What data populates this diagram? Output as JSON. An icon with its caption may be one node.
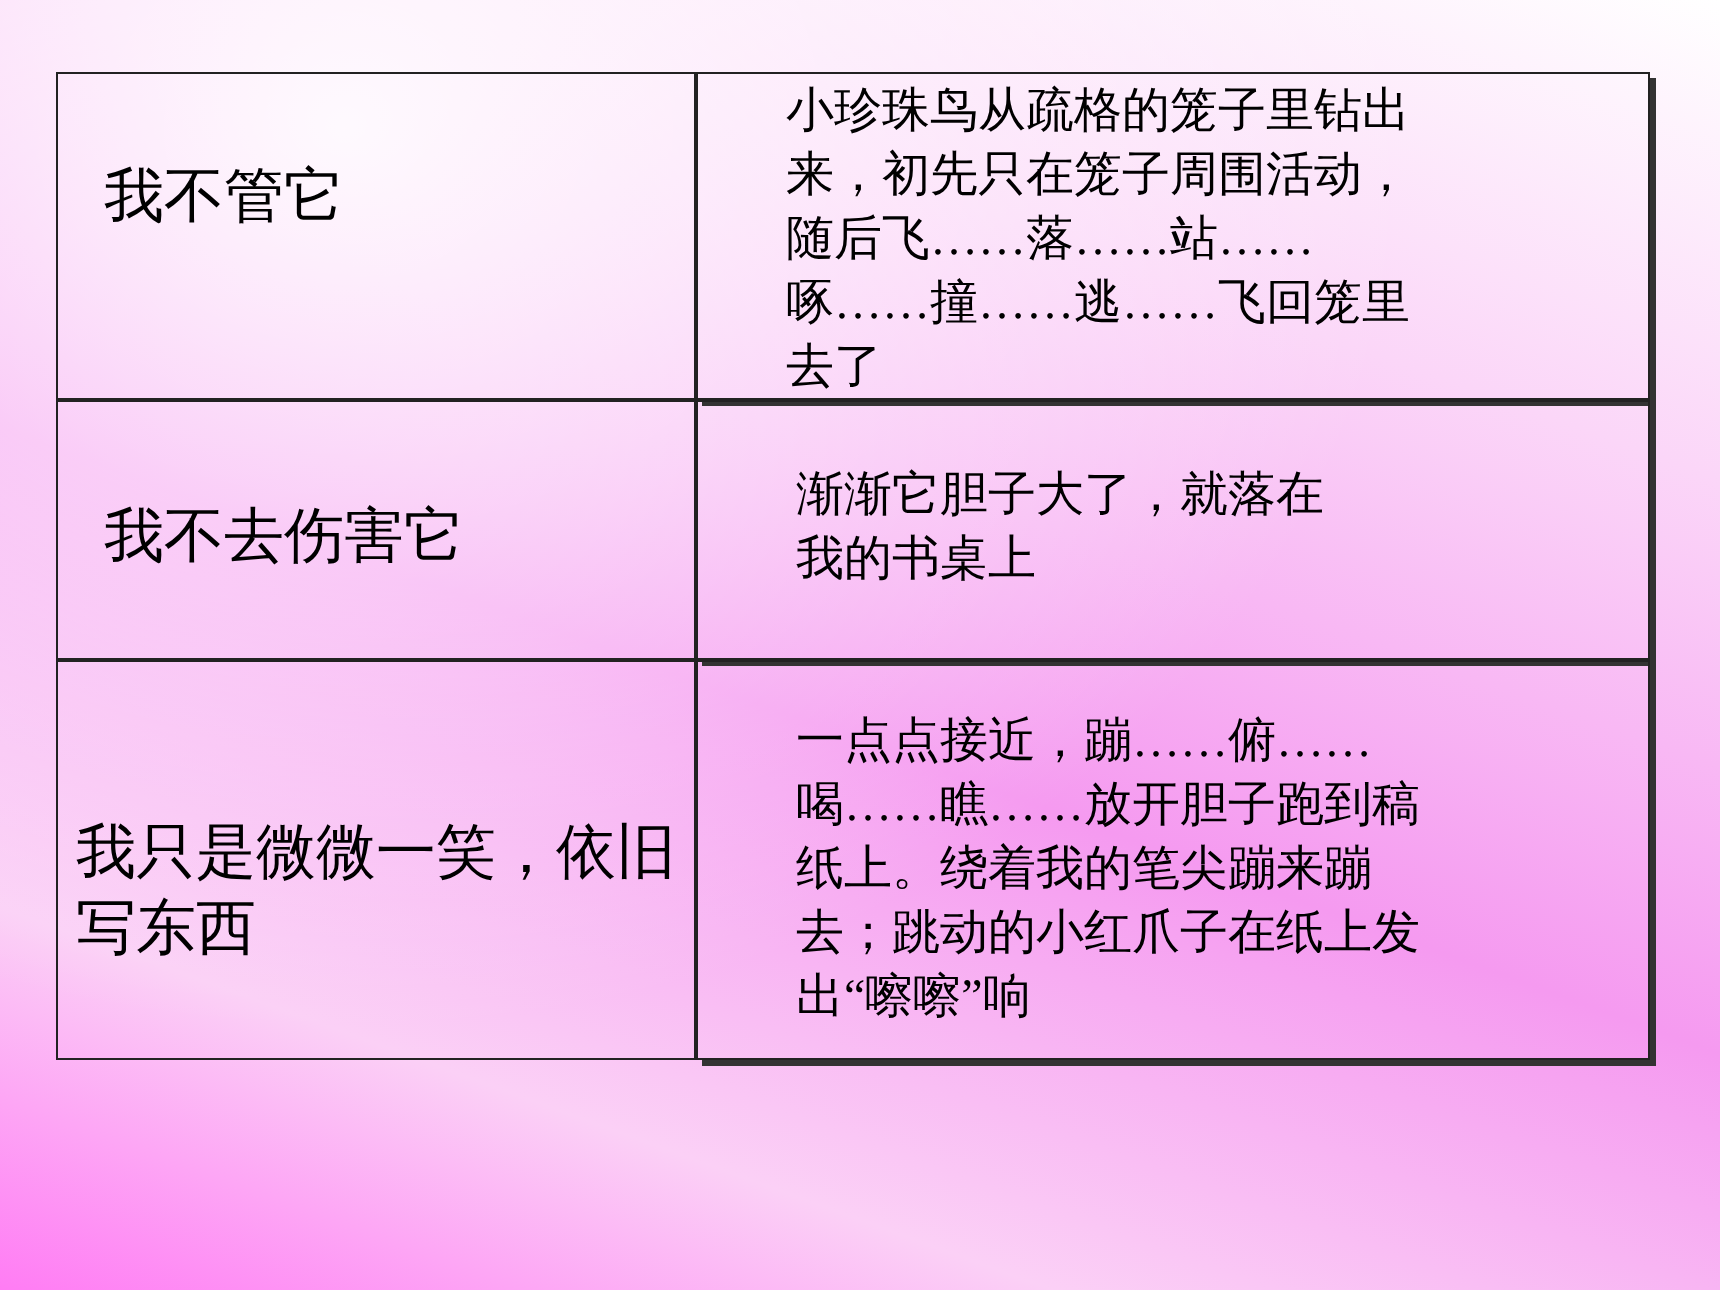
{
  "diagram": {
    "labels": [
      "我不管它",
      "小珍珠鸟从疏格的笼子里钻出来，初先只在笼子周围活动，随后飞……落……站……啄……撞……逃……飞回笼里去了",
      "我不去伤害它",
      "渐渐它胆子大了，就落在我的书桌上",
      "我只是微微一笑，依旧写东西",
      "一点点接近，蹦……俯……喝……瞧……放开胆子跑到稿纸上。绕着我的笔尖蹦来蹦去；跳动的小红爪子在纸上发出“嚓嚓”响"
    ]
  }
}
